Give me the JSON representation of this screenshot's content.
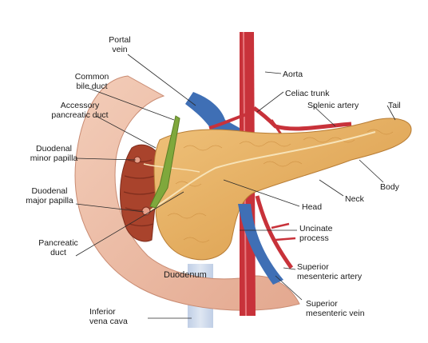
{
  "labels": {
    "portal_vein": "Portal\nvein",
    "aorta": "Aorta",
    "common_bile_duct": "Common\nbile duct",
    "celiac_trunk": "Celiac trunk",
    "splenic_artery": "Splenic artery",
    "tail": "Tail",
    "accessory_pancreatic_duct": "Accessory\npancreatic duct",
    "duodenal_minor_papilla": "Duodenal\nminor papilla",
    "body": "Body",
    "neck": "Neck",
    "duodenal_major_papilla": "Duodenal\nmajor papilla",
    "head": "Head",
    "uncinate_process": "Uncinate\nprocess",
    "pancreatic_duct": "Pancreatic\nduct",
    "superior_mesenteric_artery": "Superior\nmesenteric artery",
    "duodenum": "Duodenum",
    "superior_mesenteric_vein": "Superior\nmesenteric vein",
    "inferior_vena_cava": "Inferior\nvena cava"
  },
  "colors": {
    "pancreas": "#e8b466",
    "pancreas_dark": "#c98a3c",
    "duodenum": "#efc2ad",
    "duodenum_inner": "#a9432c",
    "artery": "#c8323a",
    "vein": "#3f6fb5",
    "bile_duct": "#7fa83c",
    "leader_line": "#2a2a2a"
  }
}
